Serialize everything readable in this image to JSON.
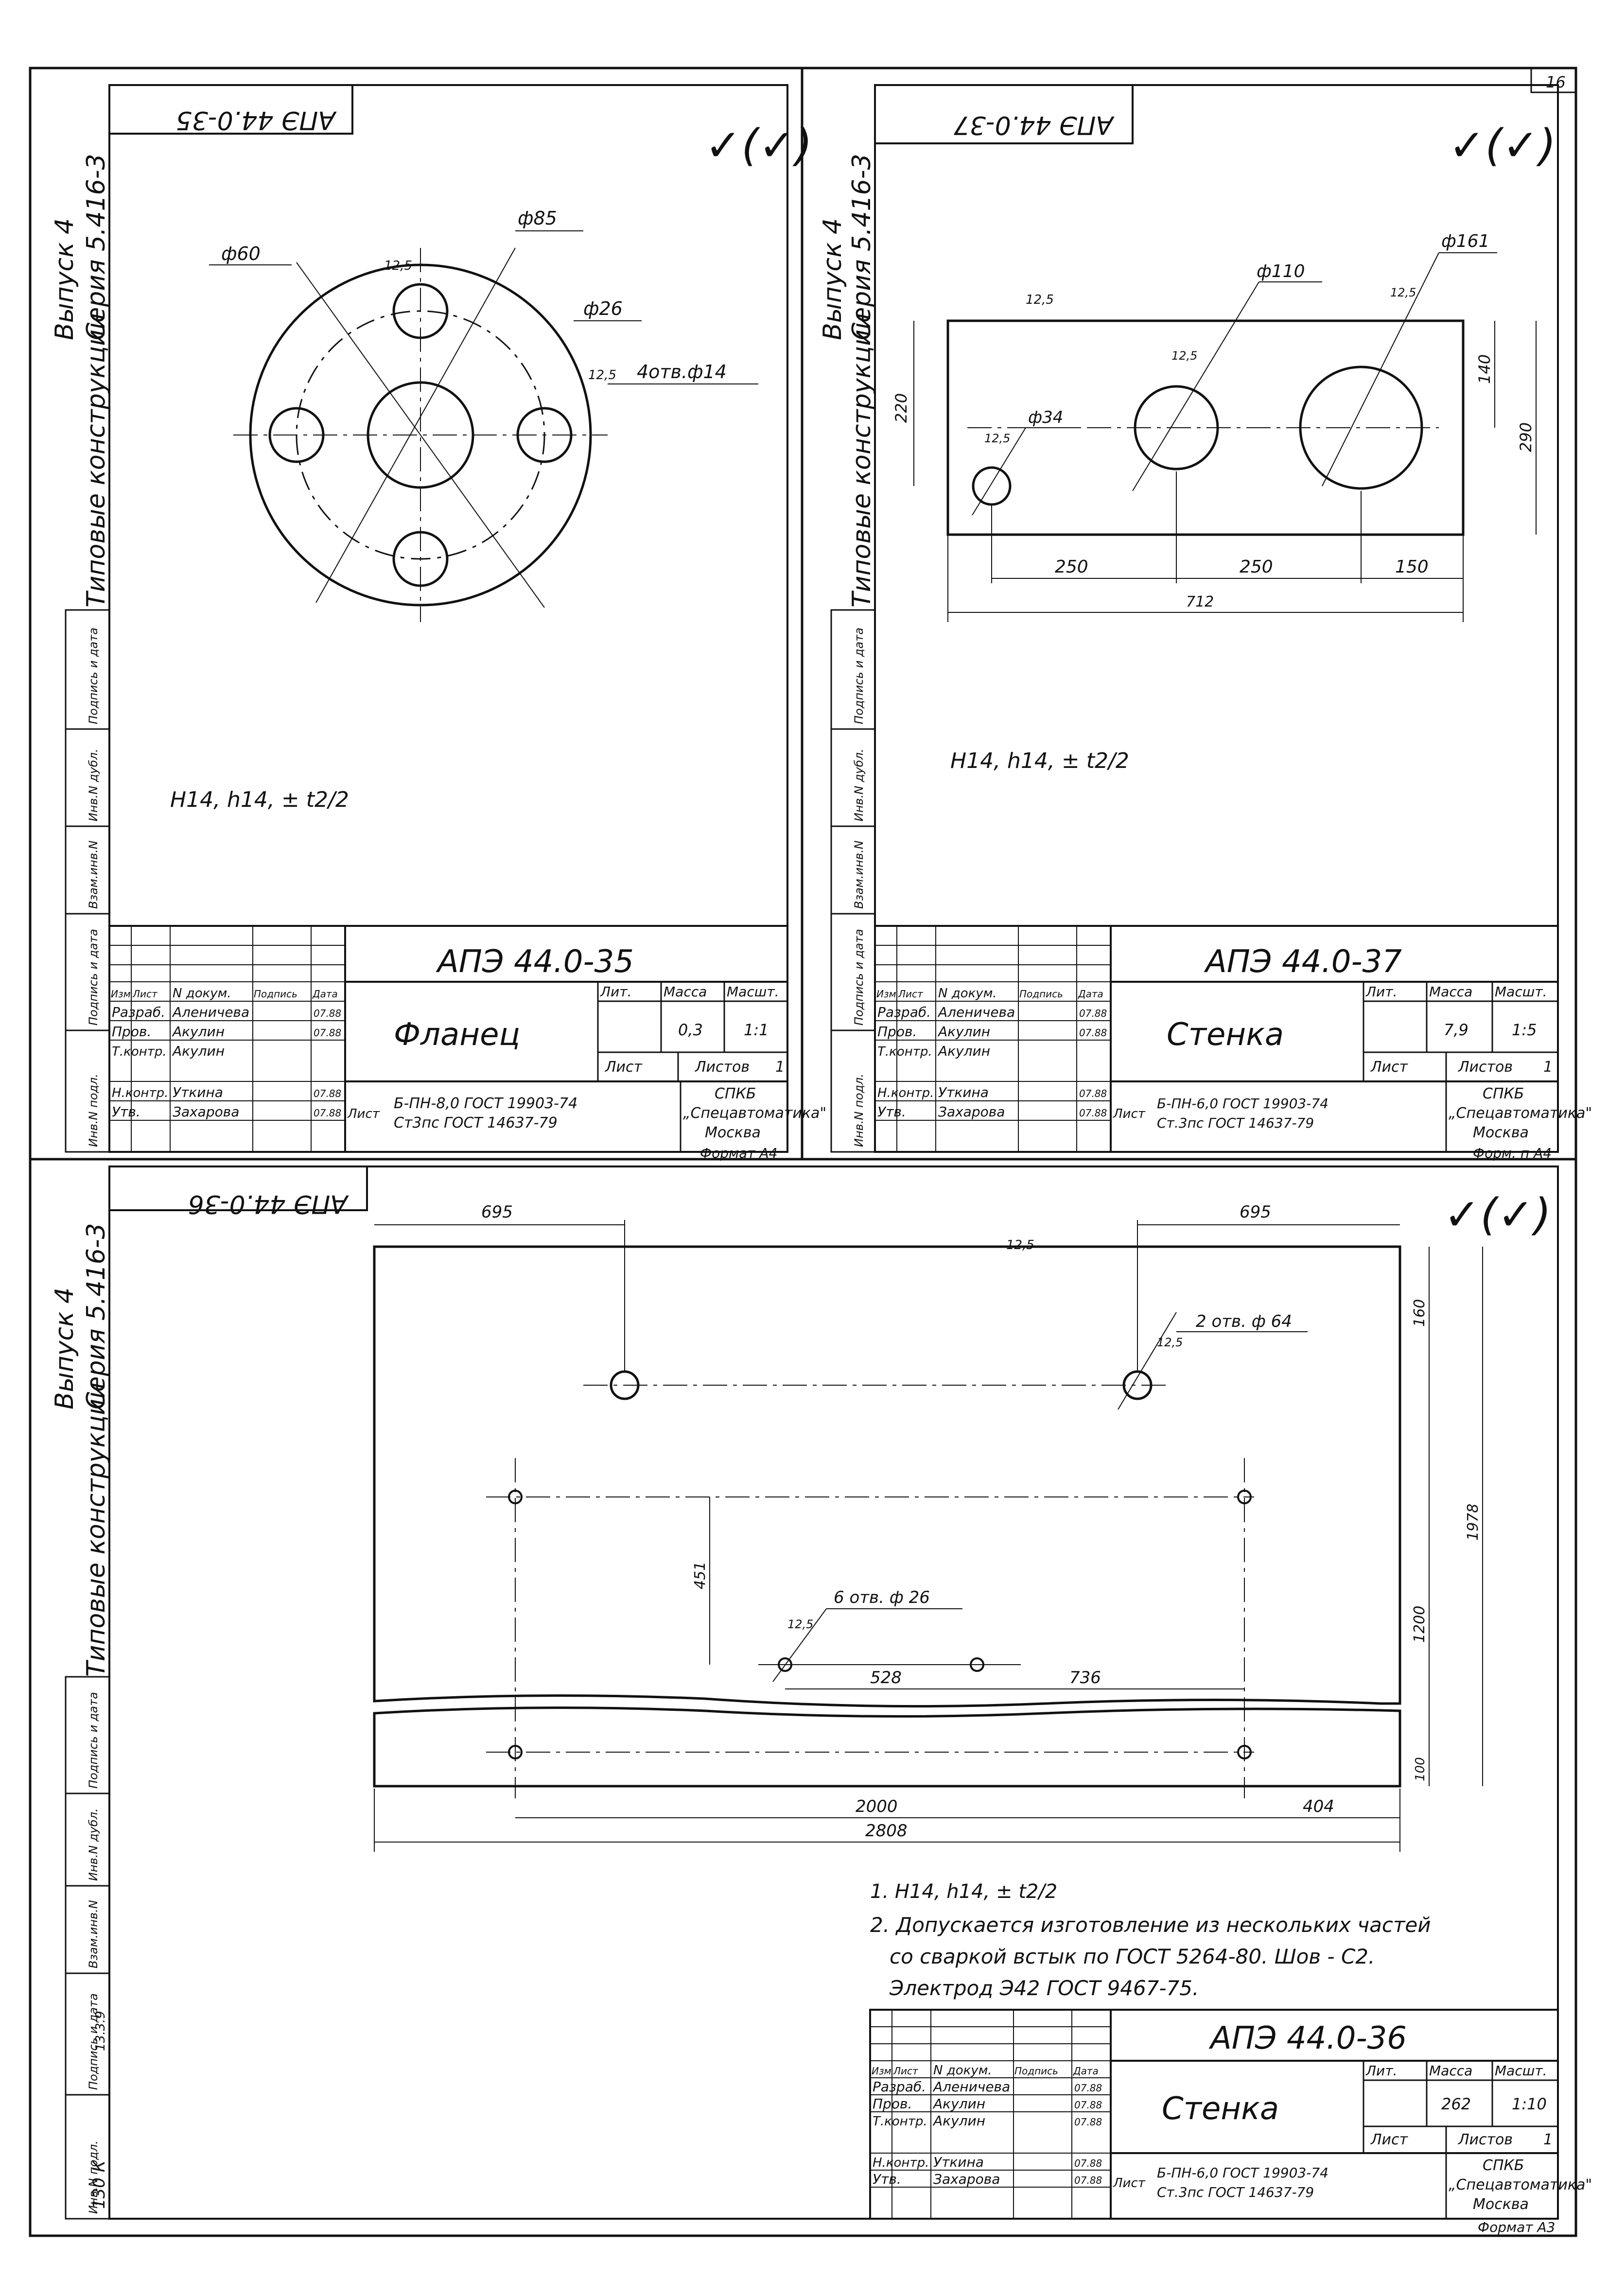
{
  "page_number": "16",
  "side": {
    "issue": "Выпуск 4",
    "series": "Серия 5.416-3",
    "title": "Типовые конструкции",
    "fields": [
      "Подпись и дата",
      "Инв.N дубл.",
      "Взам.инв.N",
      "Подпись и дата",
      "Инв.N подл."
    ],
    "inv_value": "130 К",
    "date_value": "13.3.9"
  },
  "roughness": {
    "value": "12,5",
    "mark": "✓(✓)"
  },
  "title_block": {
    "head": [
      "Изм",
      "Лист",
      "N докум.",
      "Подпись",
      "Дата"
    ],
    "roles": [
      "Разраб.",
      "Пров.",
      "Т.контр.",
      "Н.контр.",
      "Утв."
    ],
    "names": [
      "Аленичева",
      "Акулин",
      "Акулин",
      "Уткина",
      "Захарова"
    ],
    "dates": [
      "07.88",
      "07.88",
      "07.88",
      "07.88",
      "07.88"
    ],
    "col_labels": [
      "Лит.",
      "Масса",
      "Масшт."
    ],
    "list_label": "Лист",
    "lists_label": "Листов",
    "org1": "СПКБ",
    "org2": "„Спецавтоматика\"",
    "org3": "Москва",
    "list_word": "Лист"
  },
  "sheets": [
    {
      "code": "АПЭ 44.0-35",
      "name": "Фланец",
      "mass": "0,3",
      "scale": "1:1",
      "lists": "1",
      "material1": "Б-ПН-8,0 ГОСТ 19903-74",
      "material2": "Ст3пс ГОСТ 14637-79",
      "format": "Формат А4",
      "tolerance": "H14, h14, ± t2/2",
      "dims": [
        "ф60",
        "ф85",
        "ф26",
        "4отв.ф14",
        "12,5",
        "12,5"
      ]
    },
    {
      "code": "АПЭ 44.0-37",
      "name": "Стенка",
      "mass": "7,9",
      "scale": "1:5",
      "lists": "1",
      "material1": "Б-ПН-6,0 ГОСТ 19903-74",
      "material2": "Ст.3пс ГОСТ 14637-79",
      "format": "Форм. п А4",
      "tolerance": "H14, h14, ± t2/2",
      "dims": [
        "ф110",
        "ф161",
        "ф34",
        "220",
        "290",
        "140",
        "250",
        "250",
        "150",
        "712",
        "12,5",
        "12,5",
        "12,5",
        "12,5"
      ]
    },
    {
      "code": "АПЭ 44.0-36",
      "name": "Стенка",
      "mass": "262",
      "scale": "1:10",
      "lists": "1",
      "material1": "Б-ПН-6,0 ГОСТ 19903-74",
      "material2": "Ст.3пс ГОСТ 14637-79",
      "format": "Формат А3",
      "dims": [
        "695",
        "695",
        "160",
        "2 отв. ф 64",
        "1978",
        "451",
        "6 отв. ф 26",
        "528",
        "736",
        "1200",
        "100",
        "2000",
        "404",
        "2808",
        "12,5",
        "12,5",
        "12,5"
      ],
      "notes": [
        "1. H14, h14, ± t2/2",
        "2. Допускается изготовление из нескольких частей",
        "со сваркой встык по ГОСТ 5264-80. Шов - С2.",
        "Электрод Э42 ГОСТ 9467-75."
      ]
    }
  ]
}
